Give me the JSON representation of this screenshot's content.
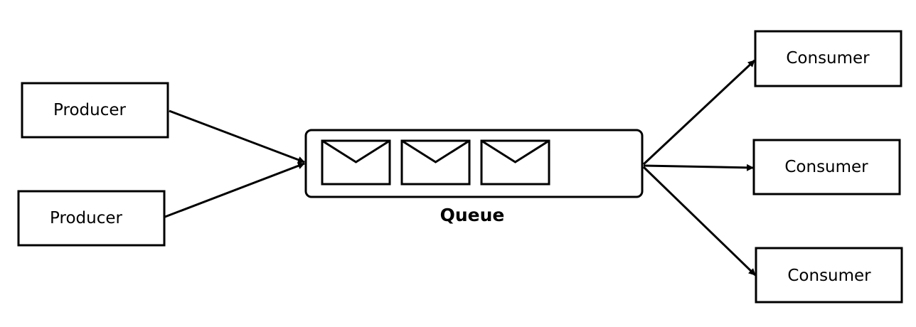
{
  "diagram": {
    "producers": [
      {
        "label": "Producer"
      },
      {
        "label": "Producer"
      }
    ],
    "queue": {
      "label": "Queue",
      "messages": [
        {
          "icon": "envelope-icon"
        },
        {
          "icon": "envelope-icon"
        },
        {
          "icon": "envelope-icon"
        }
      ]
    },
    "consumers": [
      {
        "label": "Consumer"
      },
      {
        "label": "Consumer"
      },
      {
        "label": "Consumer"
      }
    ],
    "colors": {
      "stroke": "#000000",
      "fill": "#ffffff"
    }
  }
}
